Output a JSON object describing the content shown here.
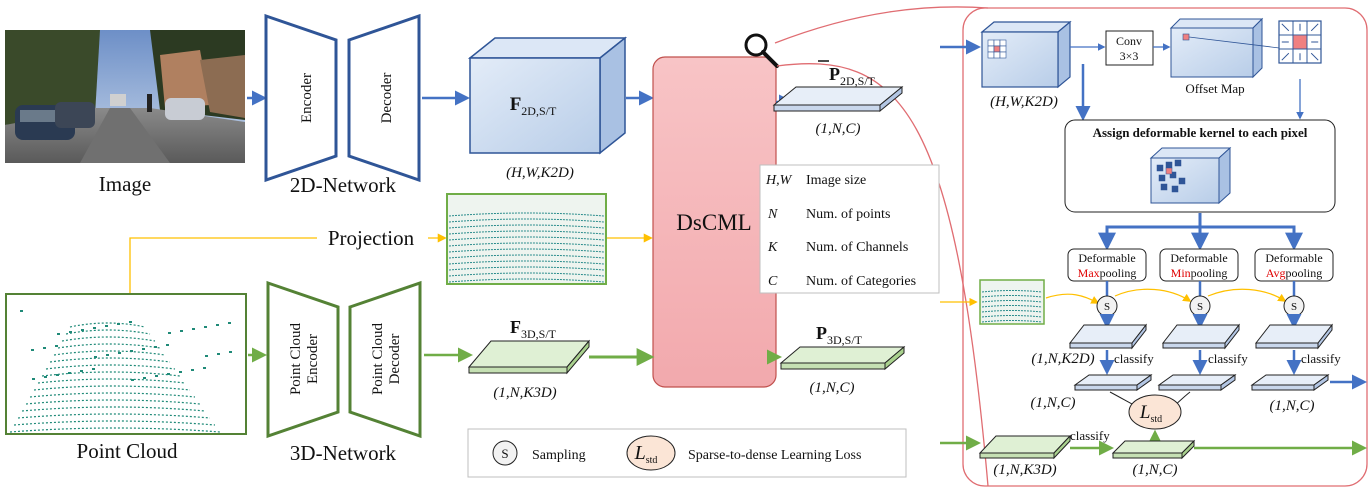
{
  "image_caption": "Image",
  "pointcloud_caption": "Point Cloud",
  "net2d": {
    "encoder": "Encoder",
    "decoder": "Decoder",
    "caption": "2D-Network"
  },
  "net3d": {
    "encoder_l1": "Point Cloud",
    "encoder_l2": "Encoder",
    "decoder_l1": "Point Cloud",
    "decoder_l2": "Decoder",
    "caption": "3D-Network"
  },
  "projection_label": "Projection",
  "f2d": {
    "symbol": "F",
    "sub": "2D,S/T",
    "dims": "(H,W,K2D)"
  },
  "f3d": {
    "symbol": "F",
    "sub": "3D,S/T",
    "dims": "(1,N,K3D)"
  },
  "dscml": "DsCML",
  "p2d": {
    "symbol": "P",
    "sub": "2D,S/T",
    "dims": "(1,N,C)"
  },
  "p3d": {
    "symbol": "P",
    "sub": "3D,S/T",
    "dims": "(1,N,C)"
  },
  "legend_vars": [
    {
      "sym": "H,W",
      "desc": "Image size"
    },
    {
      "sym": "N",
      "desc": "Num. of points"
    },
    {
      "sym": "K",
      "desc": "Num. of Channels"
    },
    {
      "sym": "C",
      "desc": "Num. of Categories"
    }
  ],
  "legend_bottom": {
    "s_symbol": "S",
    "sampling": "Sampling",
    "loss_symbol": "L",
    "loss_sub": "std",
    "loss_desc": "Sparse-to-dense Learning Loss"
  },
  "right_panel": {
    "feat_dims": "(H,W,K2D)",
    "conv_l1": "Conv",
    "conv_l2": "3×3",
    "offset_map": "Offset Map",
    "assign": "Assign deformable kernel to each pixel",
    "pool_labels": [
      {
        "top": "Deformable",
        "hl": "Max",
        "rest": "pooling"
      },
      {
        "top": "Deformable",
        "hl": "Min",
        "rest": "pooling"
      },
      {
        "top": "Deformable",
        "hl": "Avg",
        "rest": "pooling"
      }
    ],
    "s_symbol": "S",
    "classify": "classify",
    "dims_k2d": "(1,N,K2D)",
    "dims_c": "(1,N,C)",
    "dims_k3d": "(1,N,K3D)",
    "loss_symbol": "L",
    "loss_sub": "std"
  },
  "colors": {
    "blue": "#4472c4",
    "green": "#70ad47",
    "dark_green": "#548235",
    "yellow": "#ffc000",
    "pink": "#f4b8bb",
    "red_outline": "#e06d72",
    "highlight": "#e00000"
  }
}
